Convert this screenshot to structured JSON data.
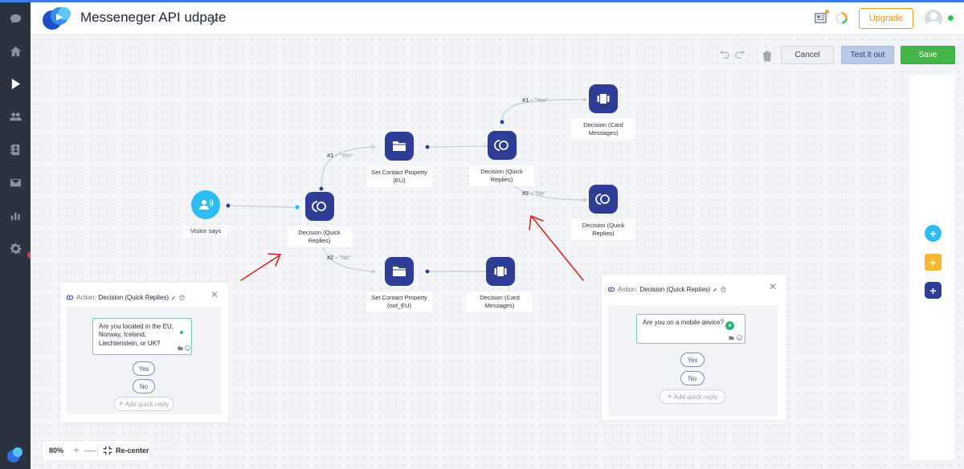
{
  "header": {
    "title": "Messeneger API udpate",
    "upgrade_label": "Upgrade"
  },
  "toolbar": {
    "cancel_label": "Cancel",
    "test_label": "Test it out",
    "save_label": "Save"
  },
  "sidebar": {
    "items": [
      {
        "icon": "chat-icon"
      },
      {
        "icon": "home-icon"
      },
      {
        "icon": "play-icon",
        "active": true
      },
      {
        "icon": "users-icon"
      },
      {
        "icon": "contacts-icon"
      },
      {
        "icon": "mail-icon"
      },
      {
        "icon": "analytics-icon"
      },
      {
        "icon": "settings-icon"
      }
    ]
  },
  "flow": {
    "nodes": {
      "visitor_says": "Visitor says",
      "decision_1": "Decision (Quick Replies)",
      "set_eu": "Set Contact Property (EU)",
      "set_not_eu": "Set Contact Property (not_EU)",
      "card_1": "Decision (Card Messages)",
      "decision_2": "Decision (Quick Replies)",
      "card_2": "Decision (Card Messages)",
      "decision_3": "Decision (Quick Replies)"
    },
    "edges": {
      "e1_num": "#1 -",
      "e1_val": "\"Yes\"",
      "e2_num": "#2 -",
      "e2_val": "\"No\"",
      "e3_num": "#1 -",
      "e3_val": "\"Yes\"",
      "e4_num": "#2 -",
      "e4_val": "\"No\""
    }
  },
  "zoom": {
    "level": "80%",
    "plus": "+",
    "minus": "—",
    "recenter_label": "Re-center"
  },
  "panel_left": {
    "prefix": "Action:",
    "title": "Decision (Quick Replies)",
    "message": "Are you located in the EU, Norway, Iceland, Liechtenstein, or UK?",
    "replies": [
      "Yes",
      "No"
    ],
    "add_reply": "Add quick reply"
  },
  "panel_right": {
    "prefix": "Action:",
    "title": "Decision (Quick Replies)",
    "message": "Are you on a mobile device?",
    "replies": [
      "Yes",
      "No"
    ],
    "add_reply": "Add quick reply"
  },
  "colors": {
    "node": "#2e3d96",
    "visitor": "#2cbcf2",
    "save": "#43b549",
    "upgrade": "#f08c14",
    "annotation": "#d9231f"
  }
}
